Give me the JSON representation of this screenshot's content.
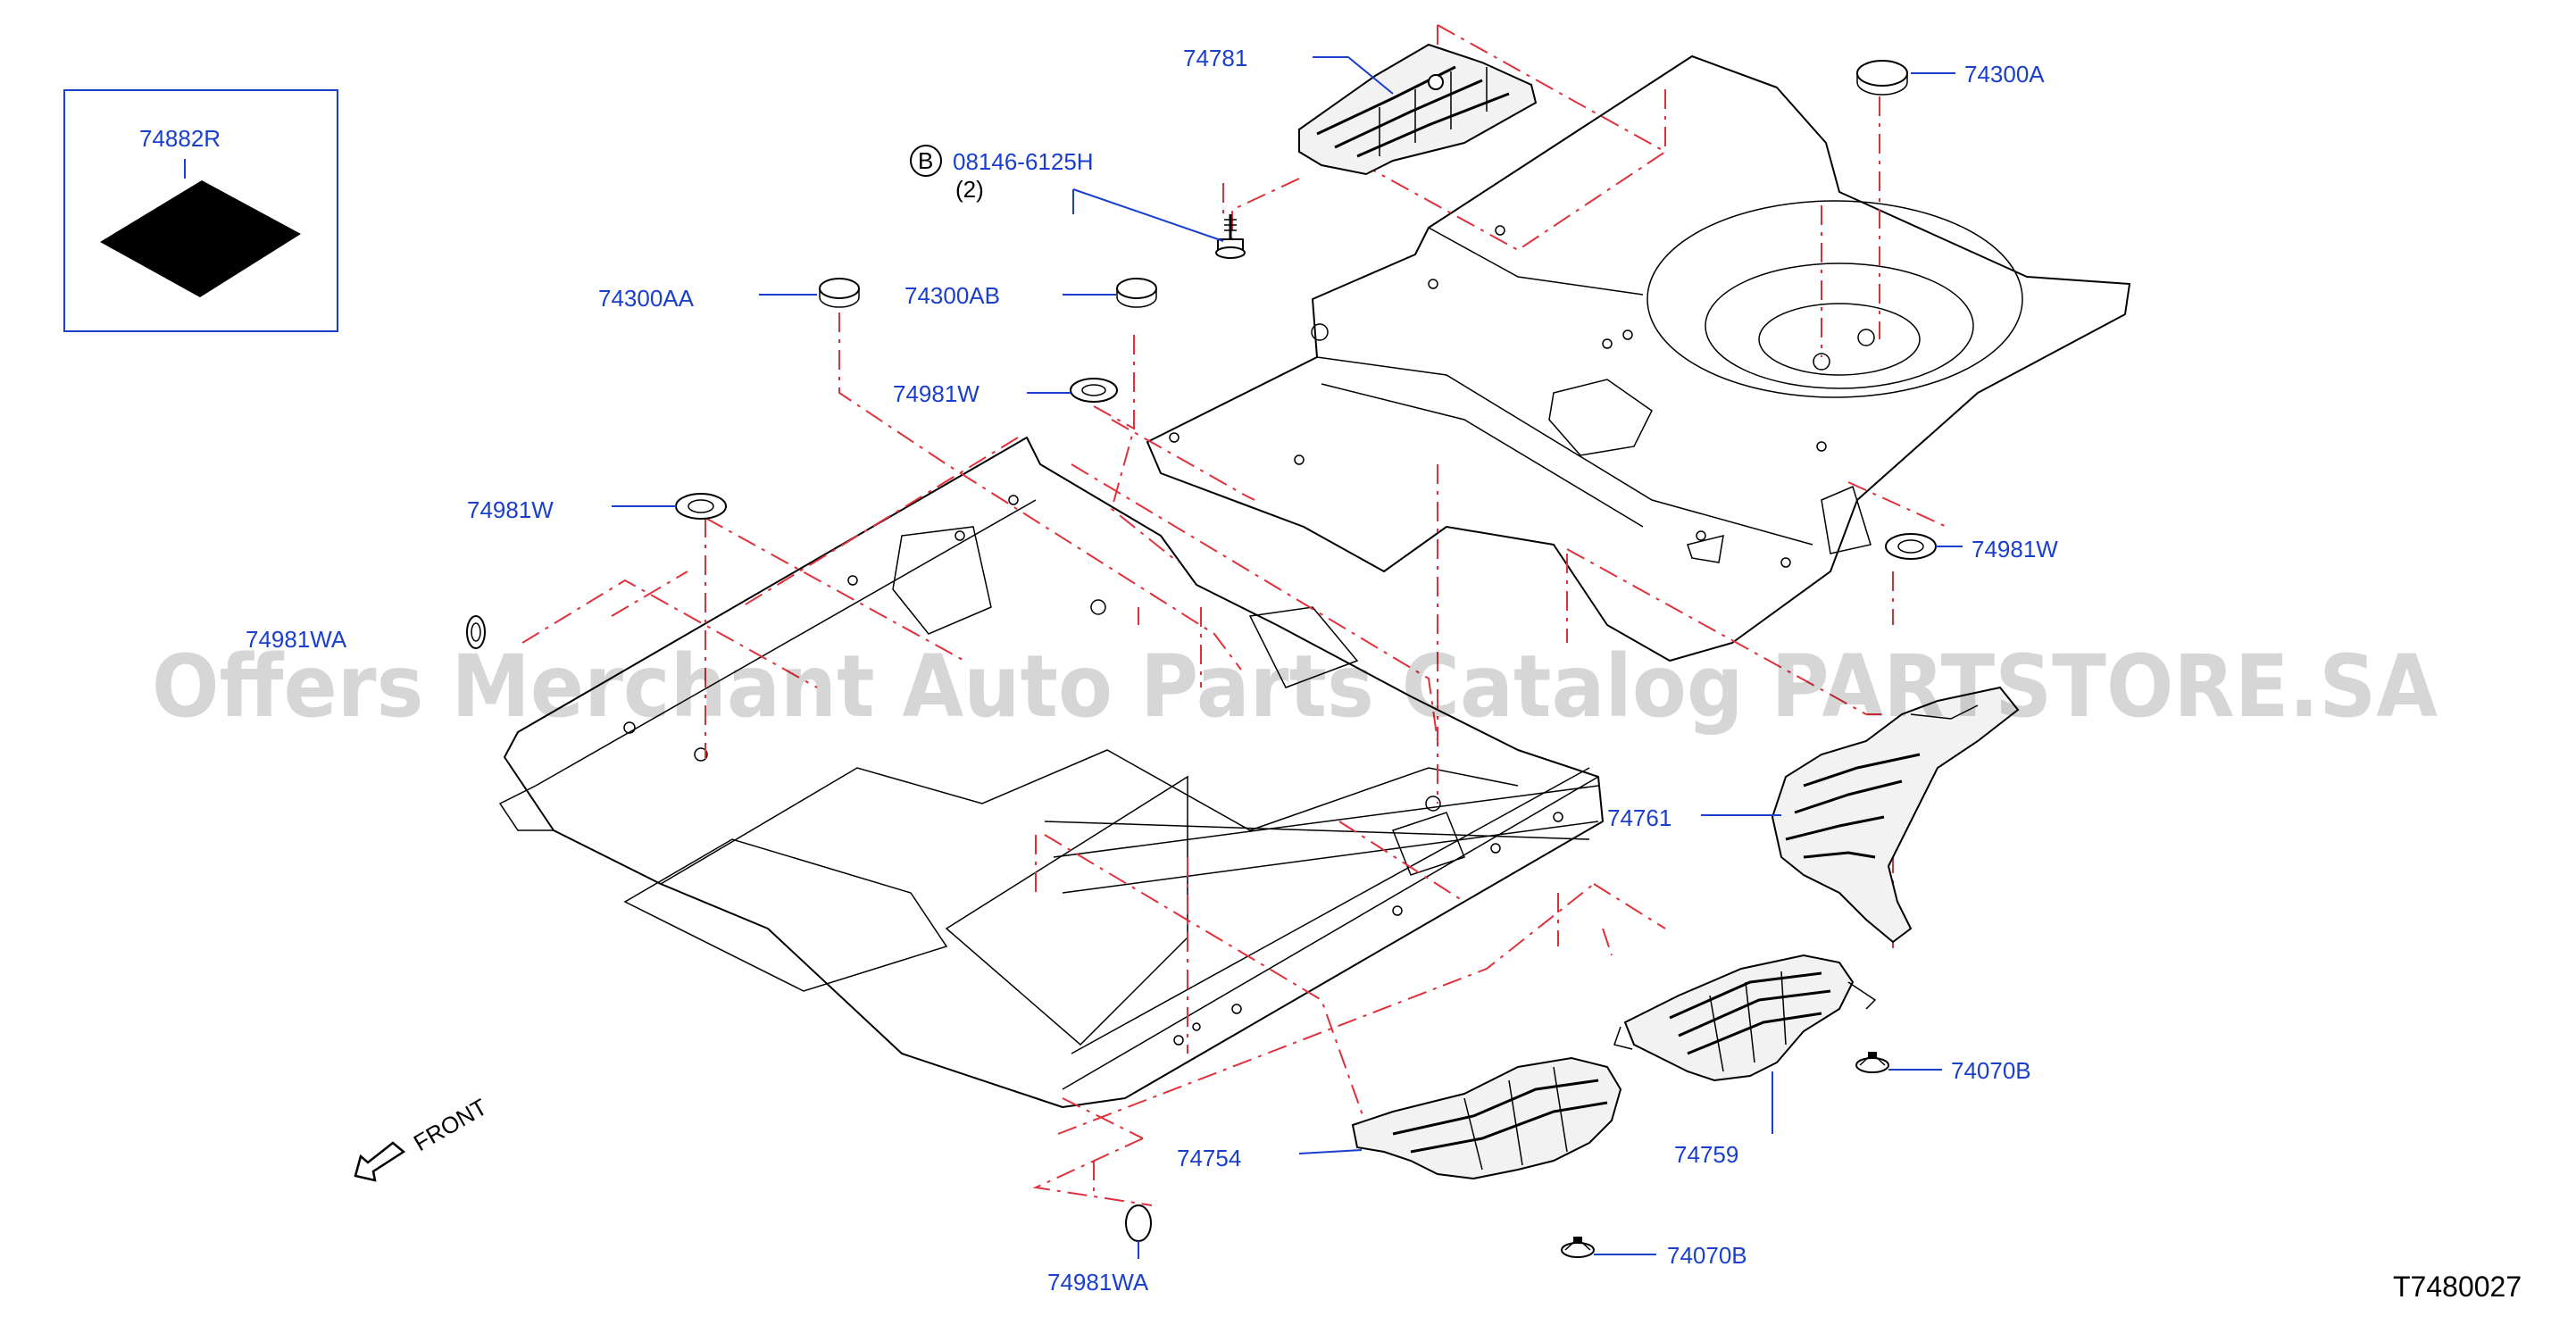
{
  "diagram_code": "T7480027",
  "watermark": "Offers Merchant Auto Parts Catalog PARTSTORE.SA",
  "front_label": "FRONT",
  "callouts": {
    "p74882R": "74882R",
    "p74781": "74781",
    "p74300A": "74300A",
    "bolt_marker": "B",
    "bolt_part": "08146-6125H",
    "bolt_qty": "(2)",
    "p74300AA": "74300AA",
    "p74300AB": "74300AB",
    "p74981W_top": "74981W",
    "p74981W_left": "74981W",
    "p74981W_right": "74981W",
    "p74981WA_left": "74981WA",
    "p74981WA_bottom": "74981WA",
    "p74761": "74761",
    "p74070B_right": "74070B",
    "p74070B_bottom": "74070B",
    "p74759": "74759",
    "p74754": "74754"
  }
}
